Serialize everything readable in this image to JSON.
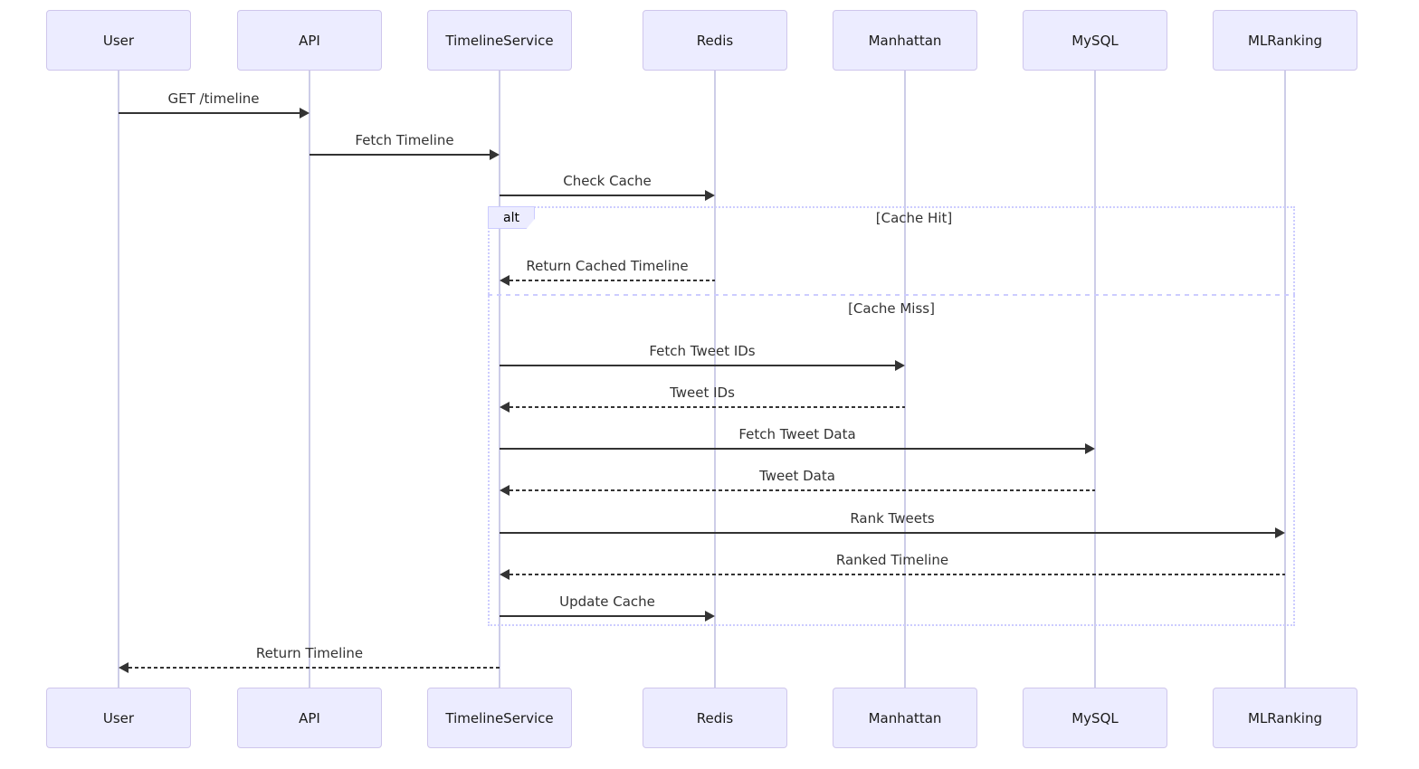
{
  "diagram": {
    "type": "sequence-diagram",
    "participants": [
      {
        "name": "User"
      },
      {
        "name": "API"
      },
      {
        "name": "TimelineService"
      },
      {
        "name": "Redis"
      },
      {
        "name": "Manhattan"
      },
      {
        "name": "MySQL"
      },
      {
        "name": "MLRanking"
      }
    ],
    "messages": [
      {
        "label": "GET /timeline",
        "from": "User",
        "to": "API",
        "line": "solid"
      },
      {
        "label": "Fetch Timeline",
        "from": "API",
        "to": "TimelineService",
        "line": "solid"
      },
      {
        "label": "Check Cache",
        "from": "TimelineService",
        "to": "Redis",
        "line": "solid"
      },
      {
        "label": "Return Cached Timeline",
        "from": "Redis",
        "to": "TimelineService",
        "line": "dashed"
      },
      {
        "label": "Fetch Tweet IDs",
        "from": "TimelineService",
        "to": "Manhattan",
        "line": "solid"
      },
      {
        "label": "Tweet IDs",
        "from": "Manhattan",
        "to": "TimelineService",
        "line": "dashed"
      },
      {
        "label": "Fetch Tweet Data",
        "from": "TimelineService",
        "to": "MySQL",
        "line": "solid"
      },
      {
        "label": "Tweet Data",
        "from": "MySQL",
        "to": "TimelineService",
        "line": "dashed"
      },
      {
        "label": "Rank Tweets",
        "from": "TimelineService",
        "to": "MLRanking",
        "line": "solid"
      },
      {
        "label": "Ranked Timeline",
        "from": "MLRanking",
        "to": "TimelineService",
        "line": "dashed"
      },
      {
        "label": "Update Cache",
        "from": "TimelineService",
        "to": "Redis",
        "line": "solid"
      },
      {
        "label": "Return Timeline",
        "from": "TimelineService",
        "to": "User",
        "line": "dashed"
      }
    ],
    "alt_frame": {
      "operator": "alt",
      "sections": [
        {
          "condition": "[Cache Hit]"
        },
        {
          "condition": "[Cache Miss]"
        }
      ]
    },
    "colors": {
      "actor_fill": "#ECECFF",
      "actor_border": "#cfc6ec",
      "lifeline": "#cdcde8",
      "frame_border": "#ccccff",
      "message_line": "#333333"
    }
  }
}
